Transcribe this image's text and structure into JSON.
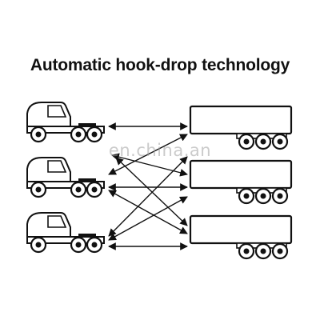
{
  "title": "Automatic hook-drop technology",
  "watermark": "en.china.an",
  "colors": {
    "stroke": "#111111",
    "background": "#ffffff",
    "watermark": "#a0a0a0"
  },
  "diagram": {
    "tractors": [
      "tractor-1",
      "tractor-2",
      "tractor-3"
    ],
    "trailers": [
      "trailer-1",
      "trailer-2",
      "trailer-3"
    ],
    "connections": [
      {
        "from": "tractor-1",
        "to": "trailer-1"
      },
      {
        "from": "tractor-1",
        "to": "trailer-2"
      },
      {
        "from": "tractor-1",
        "to": "trailer-3"
      },
      {
        "from": "tractor-2",
        "to": "trailer-1"
      },
      {
        "from": "tractor-2",
        "to": "trailer-2"
      },
      {
        "from": "tractor-2",
        "to": "trailer-3"
      },
      {
        "from": "tractor-3",
        "to": "trailer-1"
      },
      {
        "from": "tractor-3",
        "to": "trailer-2"
      },
      {
        "from": "tractor-3",
        "to": "trailer-3"
      }
    ]
  }
}
